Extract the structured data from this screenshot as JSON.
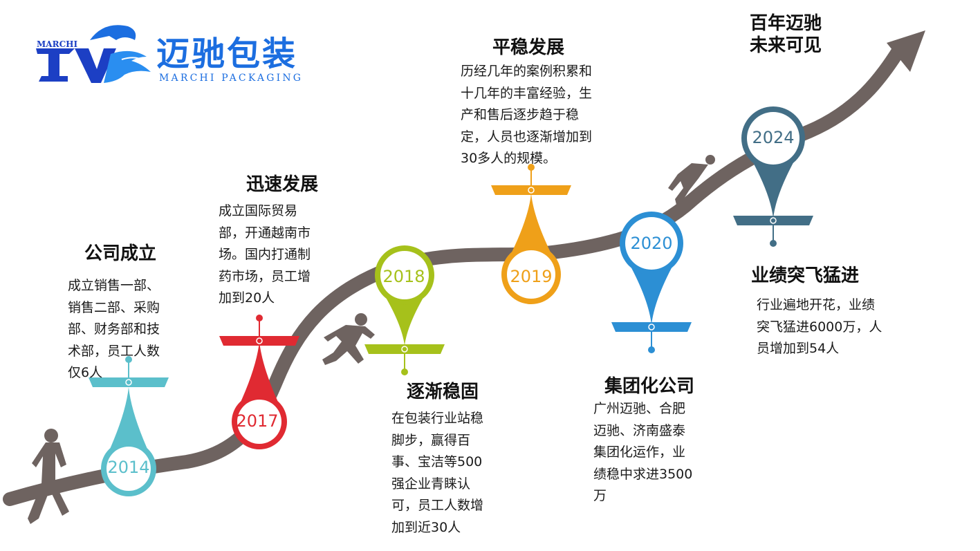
{
  "logo": {
    "mark_text": "MARCHI",
    "name_cn": "迈驰包装",
    "name_en": "MARCHI PACKAGING",
    "brand_color": "#1c6ee0"
  },
  "milestones": [
    {
      "year": "2014",
      "title": "公司成立",
      "lines": [
        "成立销售一部、",
        "销售二部、采购",
        "部、财务部和技",
        "术部，员工人数",
        "仅6人"
      ],
      "color": "#5bbfcb"
    },
    {
      "year": "2017",
      "title": "迅速发展",
      "lines": [
        "成立国际贸易",
        "部，开通越南市",
        "场。国内打通制",
        "药市场，员工增",
        "加到20人"
      ],
      "color": "#e02a32"
    },
    {
      "year": "2018",
      "title": "逐渐稳固",
      "lines": [
        "在包装行业站稳",
        "脚步，赢得百",
        "事、宝洁等500",
        "强企业青睐认",
        "可，员工人数增",
        "加到近30人"
      ],
      "color": "#a6c11b"
    },
    {
      "year": "2019",
      "title": "平稳发展",
      "lines": [
        "历经几年的案例积累和",
        "十几年的丰富经验，生",
        "产和售后逐步趋于稳",
        "定，人员也逐渐增加到",
        "30多人的规模。"
      ],
      "color": "#efa019"
    },
    {
      "year": "2020",
      "title": "集团化公司",
      "lines": [
        "广州迈驰、合肥",
        "迈驰、济南盛泰",
        "集团化运作，业",
        "绩稳中求进3500",
        "万"
      ],
      "color": "#2c8fd4"
    },
    {
      "year": "2024",
      "title": "业绩突飞猛进",
      "lines": [
        "行业遍地开花，业绩",
        "突飞猛进6000万，人",
        "员增加到54人"
      ],
      "color": "#426e86"
    }
  ],
  "future": {
    "lines": [
      "百年迈驰",
      "未来可见"
    ]
  },
  "path_color": "#6e6360"
}
